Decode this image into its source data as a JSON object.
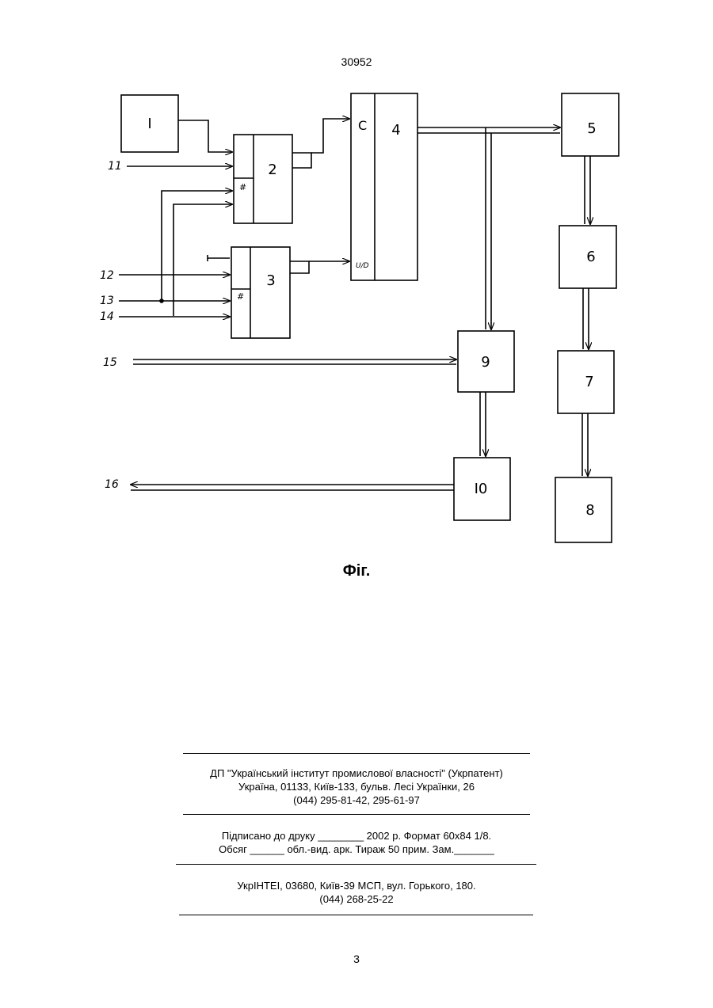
{
  "header": {
    "patent_number": "30952"
  },
  "figure": {
    "caption": "Фіг.",
    "blocks": {
      "b1": "I",
      "b2": "2",
      "b3": "3",
      "b4": "4",
      "b5": "5",
      "b6": "6",
      "b7": "7",
      "b8": "8",
      "b9": "9",
      "b10": "I0"
    },
    "sublabels": {
      "c": "C",
      "hash": "#",
      "ud": "U/D"
    },
    "signals": {
      "s11": "11",
      "s12": "12",
      "s13": "13",
      "s14": "14",
      "s15": "15",
      "s16": "16"
    }
  },
  "imprint": {
    "publisher_lines": [
      "ДП \"Український інститут промислової власності\" (Укрпатент)",
      "Україна, 01133, Київ-133, бульв. Лесі Українки, 26",
      "(044) 295-81-42, 295-61-97"
    ],
    "print_lines": [
      "Підписано до друку ________ 2002 р.    Формат 60х84 1/8.",
      "Обсяг ______ обл.-вид. арк.   Тираж 50 прим.    Зам._______"
    ],
    "printer_lines": [
      "УкрІНТЕІ, 03680, Київ-39 МСП, вул. Горького, 180.",
      "(044) 268-25-22"
    ]
  },
  "footer": {
    "page_number": "3"
  }
}
